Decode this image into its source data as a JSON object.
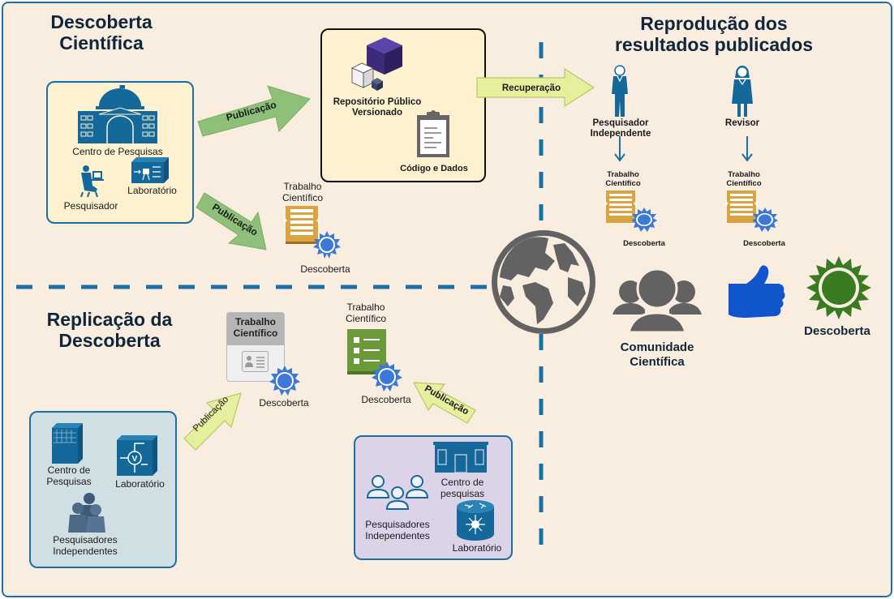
{
  "sections": {
    "discovery": {
      "title_line1": "Descoberta",
      "title_line2": "Científica"
    },
    "reproduction": {
      "title_line1": "Reprodução dos",
      "title_line2": "resultados publicados"
    },
    "replication": {
      "title_line1": "Replicação da",
      "title_line2": "Descoberta"
    }
  },
  "discovery_box": {
    "research_center": "Centro de Pesquisas",
    "researcher": "Pesquisador",
    "laboratory": "Laboratório"
  },
  "repository_box": {
    "repo_line1": "Repositório Público",
    "repo_line2": "Versionado",
    "code_data": "Código e Dados"
  },
  "arrows": {
    "publish_top": "Publicação",
    "publish_bottom": "Publicação",
    "retrieval": "Recuperação",
    "publish_replication_left": "Publicação",
    "publish_replication_right": "Publicação"
  },
  "paper_main": {
    "line1": "Trabalho",
    "line2": "Científico",
    "discovery": "Descoberta"
  },
  "reproduction": {
    "independent_line1": "Pesquisador",
    "independent_line2": "Independente",
    "reviewer": "Revisor",
    "paper1_line1": "Trabalho",
    "paper1_line2": "Científico",
    "paper1_discovery": "Descoberta",
    "paper2_line1": "Trabalho",
    "paper2_line2": "Científico",
    "paper2_discovery": "Descoberta",
    "community_line1": "Comunidade",
    "community_line2": "Científica",
    "final_discovery": "Descoberta"
  },
  "replication": {
    "paper_gray_line1": "Trabalho",
    "paper_gray_line2": "Científico",
    "paper_gray_discovery": "Descoberta",
    "paper_green_line1": "Trabalho",
    "paper_green_line2": "Científico",
    "paper_green_discovery": "Descoberta",
    "box_left": {
      "center_line1": "Centro de",
      "center_line2": "Pesquisas",
      "laboratory": "Laboratório",
      "researchers_line1": "Pesquisadores",
      "researchers_line2": "Independentes"
    },
    "box_right": {
      "researchers_line1": "Pesquisadores",
      "researchers_line2": "Independentes",
      "center_line1": "Centro de",
      "center_line2": "pesquisas",
      "laboratory": "Laboratório"
    }
  },
  "colors": {
    "frame_border": "#1a6fa3",
    "background": "#f9ede0",
    "icon_blue": "#14699a",
    "arrow_green": "#8fc07a",
    "arrow_yellow": "#e5ef9d",
    "paper_gold": "#d9a441",
    "discovery_blue": "#3b78d8",
    "globe_gray": "#626262",
    "thumb_blue": "#1155cc",
    "sun_green": "#3a7a22",
    "repo_purple": "#3d2a7a"
  }
}
